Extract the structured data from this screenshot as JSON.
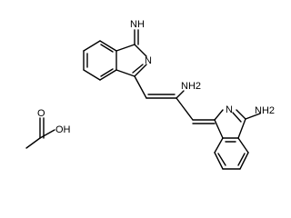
{
  "structure": {
    "colors": {
      "bond": "#000000",
      "label": "#000000",
      "background": "#ffffff"
    },
    "labels": {
      "imine_nh": "NH",
      "ring_n_top": "N",
      "chain_nh2": "NH2",
      "ring_n_bottom": "N",
      "amine_nh2": "NH2",
      "acid_oh": "OH",
      "acid_o": "O"
    }
  }
}
